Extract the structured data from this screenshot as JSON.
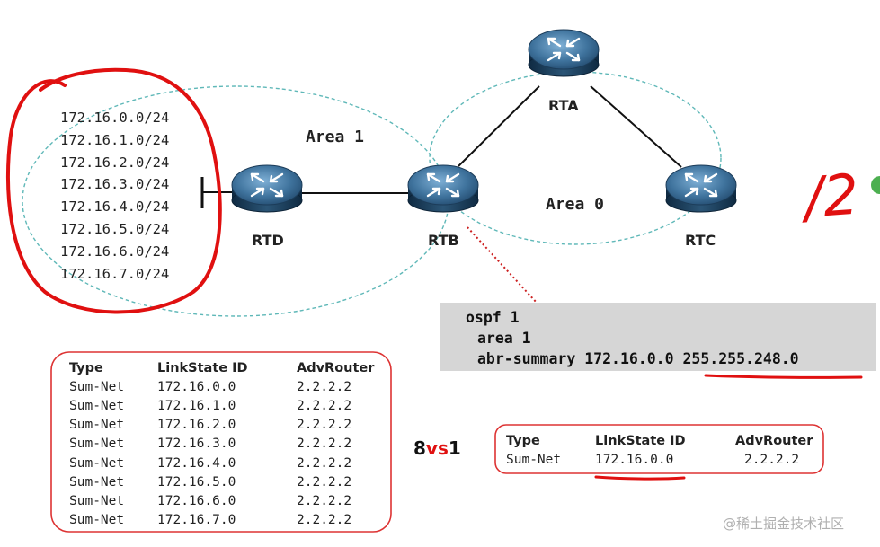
{
  "areas": {
    "area1": "Area 1",
    "area0": "Area 0"
  },
  "routers": {
    "rta": "RTA",
    "rtb": "RTB",
    "rtc": "RTC",
    "rtd": "RTD"
  },
  "networks": [
    "172.16.0.0/24",
    "172.16.1.0/24",
    "172.16.2.0/24",
    "172.16.3.0/24",
    "172.16.4.0/24",
    "172.16.5.0/24",
    "172.16.6.0/24",
    "172.16.7.0/24"
  ],
  "config": {
    "line1": "ospf 1",
    "line2": "area 1",
    "line3": "abr-summary 172.16.0.0 255.255.248.0"
  },
  "table_left": {
    "headers": [
      "Type",
      "LinkState ID",
      "AdvRouter"
    ],
    "rows": [
      [
        "Sum-Net",
        "172.16.0.0",
        "2.2.2.2"
      ],
      [
        "Sum-Net",
        "172.16.1.0",
        "2.2.2.2"
      ],
      [
        "Sum-Net",
        "172.16.2.0",
        "2.2.2.2"
      ],
      [
        "Sum-Net",
        "172.16.3.0",
        "2.2.2.2"
      ],
      [
        "Sum-Net",
        "172.16.4.0",
        "2.2.2.2"
      ],
      [
        "Sum-Net",
        "172.16.5.0",
        "2.2.2.2"
      ],
      [
        "Sum-Net",
        "172.16.6.0",
        "2.2.2.2"
      ],
      [
        "Sum-Net",
        "172.16.7.0",
        "2.2.2.2"
      ]
    ]
  },
  "comparison": {
    "left": "8",
    "mid": "vs",
    "right": "1"
  },
  "table_right": {
    "headers": [
      "Type",
      "LinkState ID",
      "AdvRouter"
    ],
    "rows": [
      [
        "Sum-Net",
        "172.16.0.0",
        "2.2.2.2"
      ]
    ]
  },
  "annotation": "/2",
  "watermark": "@稀土掘金技术社区",
  "colors": {
    "ink": "#e01010",
    "area_ring": "#5fb8b8",
    "config_bg": "#d6d6d6",
    "router_top": "#4a7fa8",
    "router_body": "#1d3f5e"
  }
}
